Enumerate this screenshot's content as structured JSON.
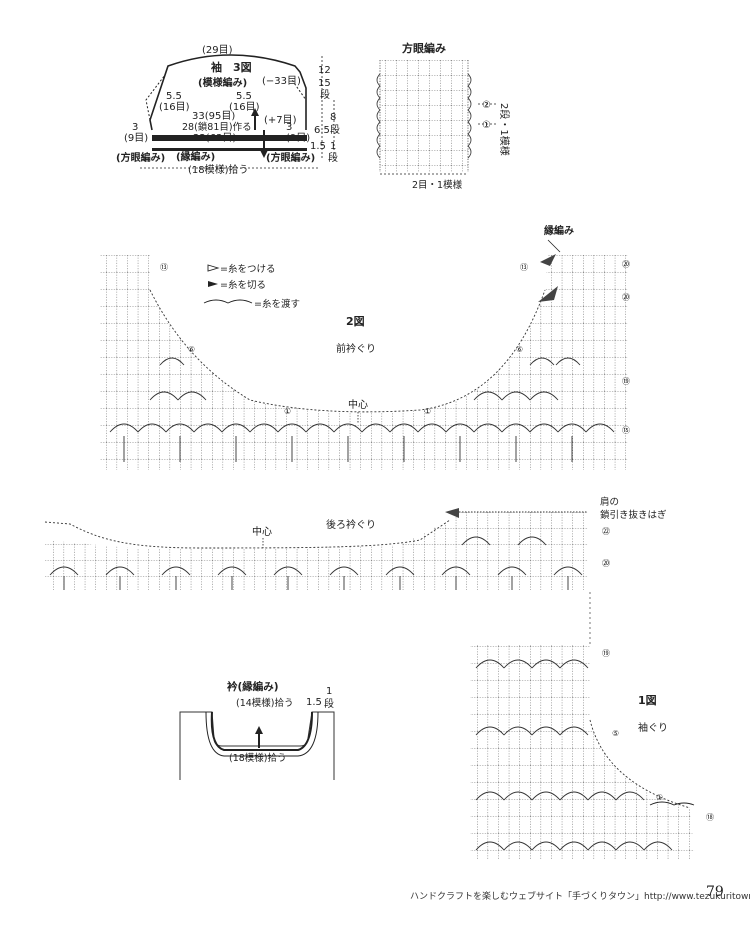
{
  "sleeve": {
    "title": "袖",
    "fig": "3図",
    "pattern": "(模様編み)",
    "top": "(29目)",
    "minus33": "(−33目)",
    "left_55": "5.5",
    "left_16": "(16目)",
    "right_55": "5.5",
    "right_16": "(16目)",
    "row33": "33(95目)",
    "row28": "28(鎖81目)作る",
    "row22": "22(63目)",
    "left_3": "3",
    "left_9": "(9目)",
    "right_3": "3",
    "right_9": "(9目)",
    "plus7": "(+7目)",
    "r12": "12",
    "r15": "15",
    "rdan": "段",
    "r65": "6.5",
    "r8": "8",
    "rdan2": "段",
    "r15b": "1.5",
    "r1": "1",
    "rdan3": "段",
    "hougan_left": "(方眼編み)",
    "fuchi": "(縁編み)",
    "hougan_right": "(方眼編み)",
    "pickup": "(18模様)拾う"
  },
  "mesh": {
    "title": "方眼編み",
    "rows_label": "2段・1模様",
    "r2": "②",
    "r1": "①",
    "bottom_label": "2目・1模様"
  },
  "fig2": {
    "fig": "2図",
    "name": "前衿ぐり",
    "fuchi": "縁編み",
    "center": "中心",
    "legend": {
      "attach": "=糸をつける",
      "cut": "=糸を切る",
      "carry": "=糸を渡す"
    },
    "marks": [
      "⑬",
      "⑥",
      "①",
      "①",
      "⑥",
      "⑬",
      "⑳",
      "⑳",
      "⑲",
      "⑮"
    ]
  },
  "back": {
    "name": "後ろ衿ぐり",
    "center": "中心",
    "shoulder": "肩の",
    "shoulder2": "鎖引き抜きはぎ",
    "marks": [
      "㉒",
      "⑳"
    ]
  },
  "fig1": {
    "fig": "1図",
    "name": "袖ぐり",
    "marks": [
      "⑲",
      "⑤",
      "①",
      "⑱"
    ]
  },
  "collar": {
    "title": "衿(縁編み)",
    "top_pickup": "(14模様)拾う",
    "bottom_pickup": "(18模様)拾う",
    "r15": "1.5",
    "r1": "1",
    "rdan": "段"
  },
  "footer": {
    "text": "ハンドクラフトを楽しむウェブサイト「手づくりタウン」http://www.tezukuritown.com",
    "page": "79"
  }
}
